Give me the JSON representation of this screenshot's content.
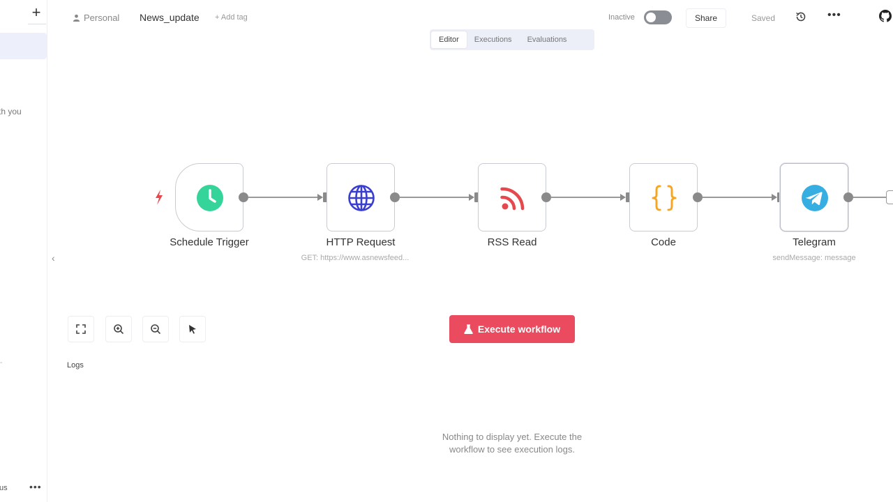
{
  "sidebar": {
    "add_label": "+",
    "partial_text": "th you",
    "dash": "-",
    "bottom_text": "us",
    "bottom_more": "•••",
    "collapse_arrow": "‹"
  },
  "header": {
    "project": "Personal",
    "workflow_name": "News_update",
    "add_tag": "+ Add tag",
    "status": "Inactive",
    "share": "Share",
    "saved": "Saved",
    "more": "•••"
  },
  "tabs": [
    {
      "label": "Editor",
      "active": true
    },
    {
      "label": "Executions",
      "active": false
    },
    {
      "label": "Evaluations",
      "active": false
    }
  ],
  "nodes": [
    {
      "label": "Schedule Trigger",
      "subtitle": "",
      "icon": "clock-icon",
      "color": "#35d49a"
    },
    {
      "label": "HTTP Request",
      "subtitle": "GET: https://www.asnewsfeed...",
      "icon": "globe-icon",
      "color": "#3a3ed0"
    },
    {
      "label": "RSS Read",
      "subtitle": "",
      "icon": "rss-icon",
      "color": "#e5484d"
    },
    {
      "label": "Code",
      "subtitle": "",
      "icon": "code-braces-icon",
      "color": "#f5a623"
    },
    {
      "label": "Telegram",
      "subtitle": "sendMessage: message",
      "icon": "telegram-icon",
      "color": "#37aee2"
    }
  ],
  "controls": [
    "fit-view-icon",
    "zoom-in-icon",
    "zoom-out-icon",
    "cursor-icon"
  ],
  "execute_button": "Execute workflow",
  "logs": {
    "label": "Logs",
    "empty_line1": "Nothing to display yet. Execute the",
    "empty_line2": "workflow to see execution logs."
  }
}
